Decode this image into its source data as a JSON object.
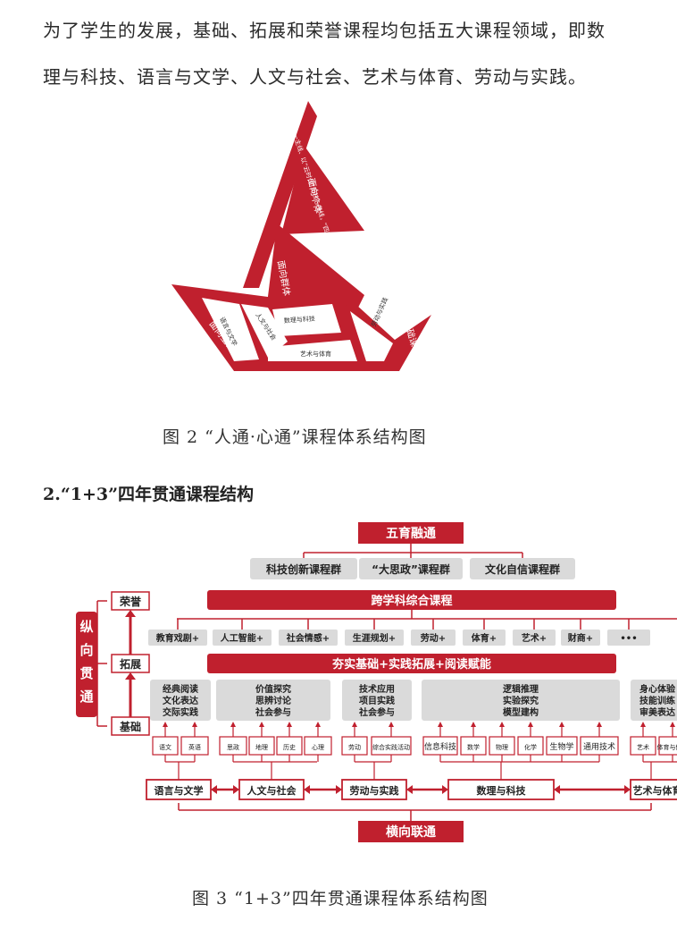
{
  "intro": {
    "line1": "为了学生的发展，基础、拓展和荣誉课程均包括五大课程领域，即数",
    "line2": "理与科技、语言与文学、人文与社会、艺术与体育、劳动与实践。"
  },
  "figure2": {
    "caption": "图 2 “人通·心通”课程体系结构图",
    "motto": "一主线、以“云时代”为核心主线，“四方联合”为支撑",
    "labels": {
      "face_individual": "面向个体",
      "honor": "荣誉课程",
      "face_group": "面向群体",
      "expand": "拓展课程",
      "face_all": "面向全体",
      "basic": "基础课程",
      "math_tech": "数理与科技",
      "lang_lit": "语言与文学",
      "human_society": "人文与社会",
      "arts_pe": "艺术与体育",
      "labor": "劳动与实践"
    }
  },
  "section2": {
    "heading": "2.“1+3”四年贯通课程结构"
  },
  "figure3": {
    "caption": "图 3 “1+3”四年贯通课程体系结构图",
    "top": "五育融通",
    "groups": [
      "科技创新课程群",
      "“大思政”课程群",
      "文化自信课程群"
    ],
    "cross": "跨学科综合课程",
    "vertical": "纵向贯通",
    "levels": {
      "honor": "荣誉",
      "expand": "拓展",
      "basic": "基础"
    },
    "tags": [
      "教育戏剧+",
      "人工智能+",
      "社会情感+",
      "生涯规划+",
      "劳动+",
      "体育+",
      "艺术+",
      "财商+",
      "•••"
    ],
    "band": "夯实基础+实践拓展+阅读赋能",
    "skill_boxes": [
      [
        "经典阅读",
        "文化表达",
        "交际实践"
      ],
      [
        "价值探究",
        "思辨讨论",
        "社会参与"
      ],
      [
        "技术应用",
        "项目实践",
        "社会参与"
      ],
      [
        "逻辑推理",
        "实验探究",
        "模型建构"
      ],
      [
        "身心体验",
        "技能训练",
        "审美表达"
      ]
    ],
    "subjects": {
      "lang": [
        "语文",
        "英语"
      ],
      "human": [
        "思政",
        "地理",
        "历史",
        "心理"
      ],
      "labor": [
        "劳动",
        "综合实践活动"
      ],
      "math": [
        "信息科技",
        "数学",
        "物理",
        "化学",
        "生物学",
        "通用技术"
      ],
      "arts": [
        "艺术",
        "体育与健康"
      ]
    },
    "domains": [
      "语言与文学",
      "人文与社会",
      "劳动与实践",
      "数理与科技",
      "艺术与体育"
    ],
    "bottom": "横向联通"
  },
  "colors": {
    "brand_red": "#C0202E",
    "gray": "#DADADA",
    "dark_text": "#222222"
  }
}
